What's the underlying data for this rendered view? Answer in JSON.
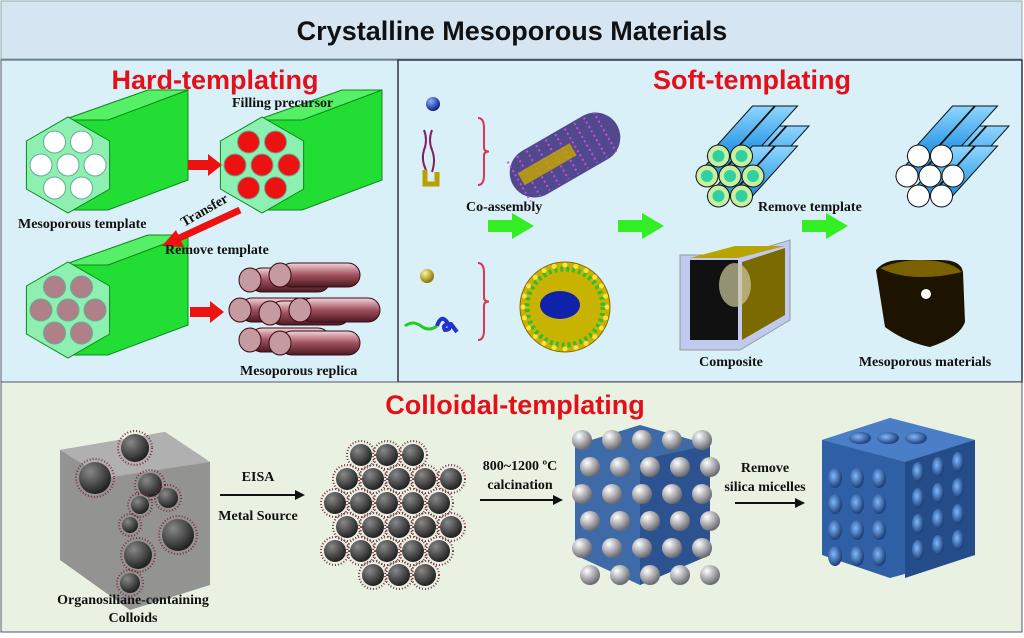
{
  "title": "Crystalline Mesoporous Materials",
  "hard_templating": {
    "heading": "Hard-templating",
    "filling_precursor": "Filling precursor",
    "mesoporous_template": "Mesoporous template",
    "transfer": "Transfer",
    "remove_template": "Remove template",
    "mesoporous_replica": "Mesoporous replica"
  },
  "soft_templating": {
    "heading": "Soft-templating",
    "co_assembly": "Co-assembly",
    "remove_template": "Remove template",
    "composite": "Composite",
    "mesoporous_materials": "Mesoporous materials"
  },
  "colloidal_templating": {
    "heading": "Colloidal-templating",
    "eisa": "EISA",
    "metal_source": "Metal Source",
    "temperature": "800~1200 ºC",
    "calcination": "calcination",
    "remove": "Remove",
    "silica_micelles": "silica micelles",
    "colloids_line1": "Organosiliane-containing",
    "colloids_line2": "Colloids"
  },
  "colors": {
    "heading_red": "#e3101a",
    "title_bg": "#d5e5f1",
    "upper_bg": "#d9f0f8",
    "lower_bg": "#e9f1e2",
    "template_green": "#22dd33",
    "arrow_green": "#33ee22",
    "arrow_red": "#ee1111"
  }
}
